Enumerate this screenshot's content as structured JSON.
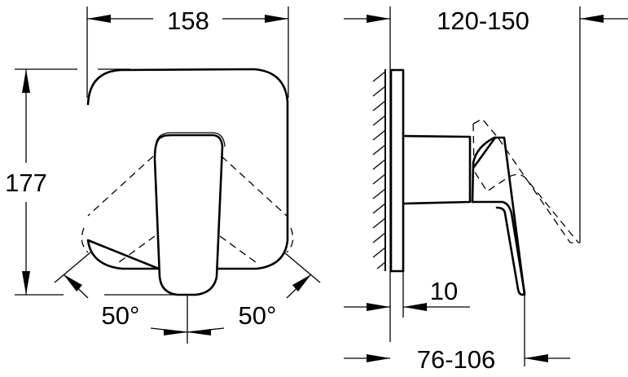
{
  "drawing": {
    "type": "technical-dimension-drawing",
    "views": {
      "front": {
        "width_label": "158",
        "height_label": "177",
        "left_angle_label": "50°",
        "right_angle_label": "50°"
      },
      "side": {
        "overall_depth_label": "120-150",
        "plate_thickness_label": "10",
        "projection_label": "76-106"
      }
    },
    "colors": {
      "line": "#000000",
      "background": "#ffffff"
    }
  }
}
